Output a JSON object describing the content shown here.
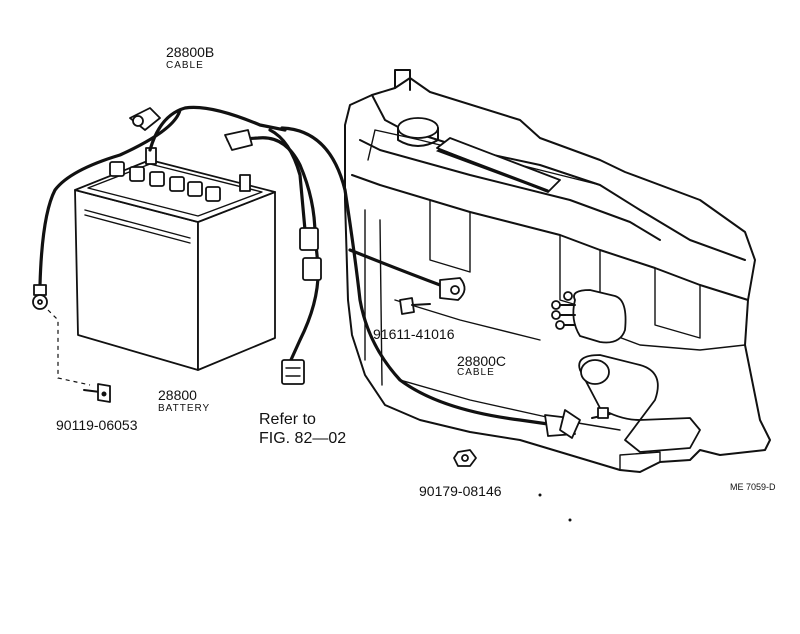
{
  "labels": {
    "cable_b": {
      "part": "28800B",
      "name": "CABLE"
    },
    "battery": {
      "part": "28800",
      "name": "BATTERY"
    },
    "bolt_battery": {
      "part": "90119-06053"
    },
    "bolt_ground": {
      "part": "91611-41016"
    },
    "cable_c": {
      "part": "28800C",
      "name": "CABLE"
    },
    "nut": {
      "part": "90179-08146"
    },
    "refer": {
      "line1": "Refer to",
      "line2": "FIG. 82—02"
    },
    "figure_code": "ME 7059-D"
  }
}
